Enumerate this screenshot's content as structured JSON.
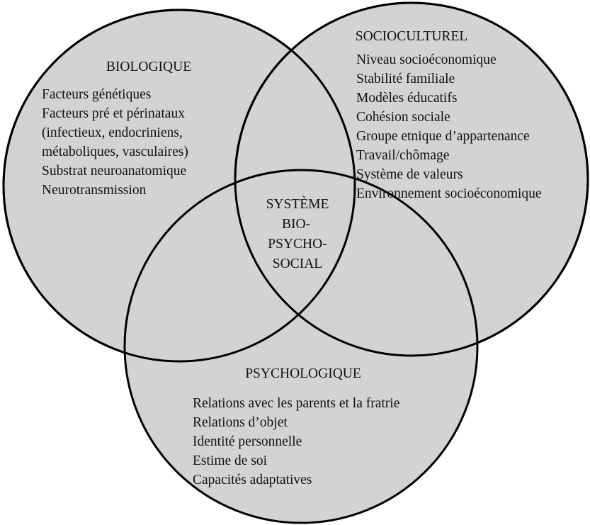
{
  "biologique": {
    "title": "BIOLOGIQUE",
    "items": [
      "Facteurs génétiques",
      "Facteurs pré et périnataux",
      "(infectieux, endocriniens,",
      "métaboliques, vasculaires)",
      "Substrat neuroanatomique",
      "Neurotransmission"
    ]
  },
  "socioculturel": {
    "title": "SOCIOCULTUREL",
    "items": [
      "Niveau socioéconomique",
      "Stabilité familiale",
      "Modèles éducatifs",
      "Cohésion sociale",
      "Groupe etnique d’appartenance",
      "Travail/chômage",
      "Système de valeurs",
      "Environnement socioéconomique"
    ]
  },
  "psychologique": {
    "title": "PSYCHOLOGIQUE",
    "items": [
      "Relations avec les parents et la fratrie",
      "Relations d’objet",
      "Identité personnelle",
      "Estime de soi",
      "Capacités adaptatives"
    ]
  },
  "center": {
    "lines": [
      "SYSTÈME",
      "BIO-",
      "PSYCHO-",
      "SOCIAL"
    ]
  },
  "colors": {
    "fill": "#d3d3d3",
    "stroke": "#000000"
  }
}
